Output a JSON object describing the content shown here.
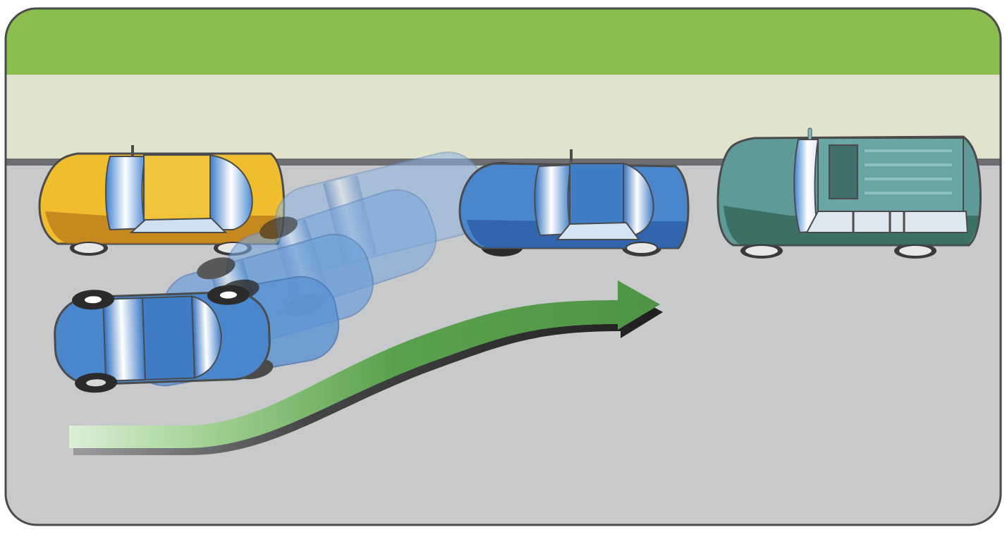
{
  "scene": {
    "kind": "parallel-parking-maneuver-diagram",
    "direction": "forward-right-into-space",
    "ghost_steps": 5,
    "colors": {
      "grass": "#8bbe4f",
      "sidewalk": "#e2e3cd",
      "road": "#c8c9cb",
      "curb": "#6d6e71",
      "outline": "#4a4b4d",
      "maneuvering_car": "#4a86cc",
      "yellow_car": "#efbd2e",
      "green_suv": "#5e9a98",
      "arrow": "#5aa14e"
    },
    "vehicles": [
      {
        "name": "yellow-sedan-parked",
        "role": "parked car behind the space"
      },
      {
        "name": "blue-sedan-maneuvering",
        "role": "car performing the maneuver"
      },
      {
        "name": "green-suv-parked",
        "role": "parked car ahead of the space"
      }
    ],
    "icons": {
      "path_arrow": "curved-arrow-right-icon"
    }
  }
}
